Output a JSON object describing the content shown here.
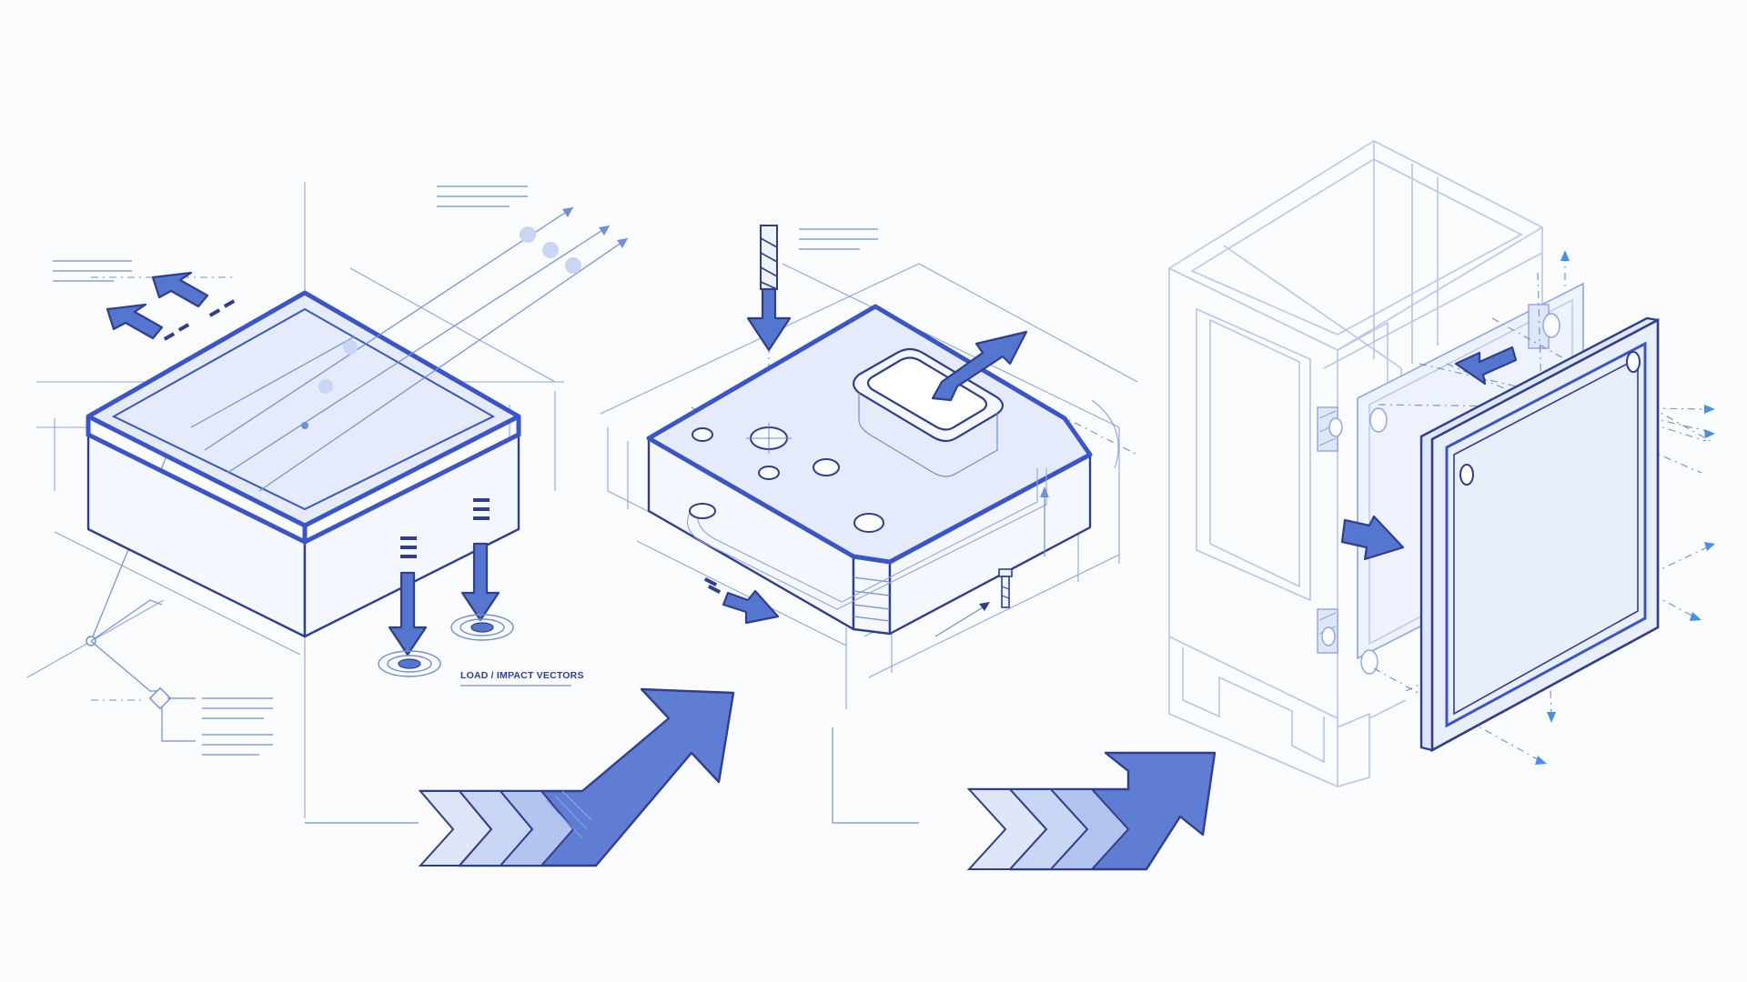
{
  "annotations": {
    "load_label": "LOAD / IMPACT VECTORS"
  },
  "colors": {
    "background": "#fbfcfe",
    "outline": "#2f3f8e",
    "accent": "#3a55c8",
    "fill_light": "#eef2fc",
    "arrow_fill": "#5576cf",
    "guide": "#6f8fd6"
  },
  "stages": [
    {
      "id": "stage-1",
      "depiction": "framed glass panel with load arrows"
    },
    {
      "id": "stage-2",
      "depiction": "machined block with drilled holes and pocket"
    },
    {
      "id": "stage-3",
      "depiction": "cabinet frame with panel being installed"
    }
  ]
}
